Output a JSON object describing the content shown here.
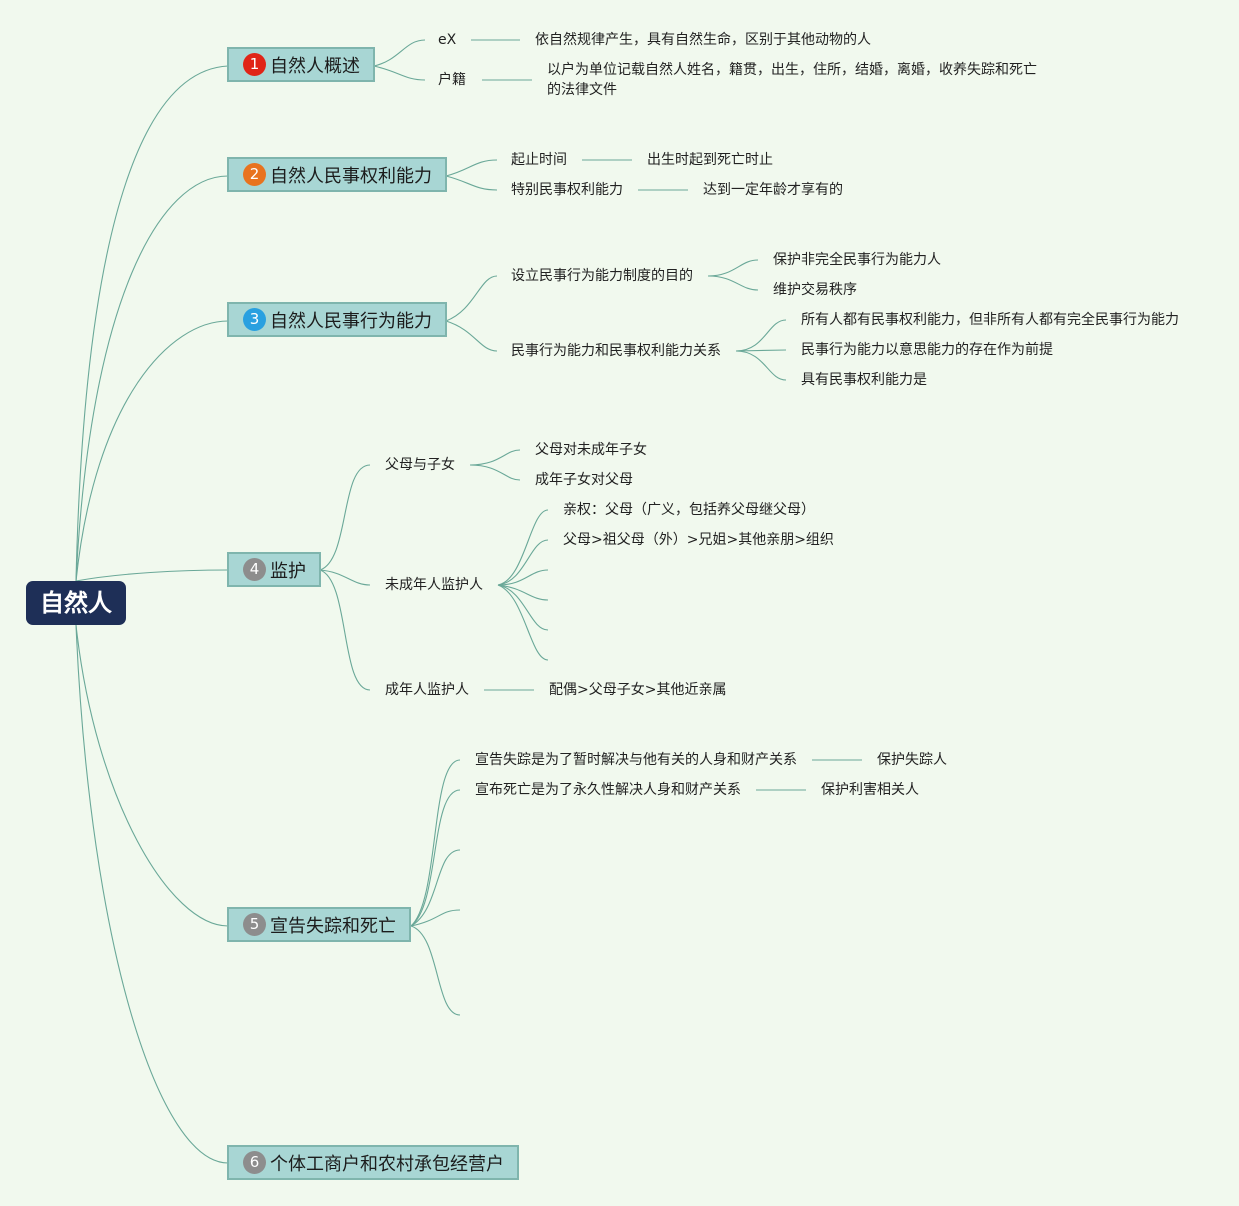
{
  "root": {
    "label": "自然人"
  },
  "branches": [
    {
      "label": "自然人概述",
      "badge": "1",
      "badge_color": "#e02417",
      "children": [
        {
          "label": "eX",
          "detail": "依自然规律产生，具有自然生命，区别于其他动物的人"
        },
        {
          "label": "户籍",
          "detail_line1": "以户为单位记载自然人姓名，籍贯，出生，住所，结婚，离婚，收养失踪和死亡",
          "detail_line2": "的法律文件"
        }
      ]
    },
    {
      "label": "自然人民事权利能力",
      "badge": "2",
      "badge_color": "#e8731f",
      "children": [
        {
          "label": "起止时间",
          "detail": "出生时起到死亡时止"
        },
        {
          "label": "特别民事权利能力",
          "detail": "达到一定年龄才享有的"
        }
      ]
    },
    {
      "label": "自然人民事行为能力",
      "badge": "3",
      "badge_color": "#29a0e0",
      "children": [
        {
          "label": "设立民事行为能力制度的目的",
          "items": [
            "保护非完全民事行为能力人",
            "维护交易秩序"
          ]
        },
        {
          "label": "民事行为能力和民事权利能力关系",
          "items": [
            "所有人都有民事权利能力，但非所有人都有完全民事行为能力",
            "民事行为能力以意思能力的存在作为前提",
            "具有民事权利能力是"
          ]
        }
      ]
    },
    {
      "label": "监护",
      "badge": "4",
      "badge_color": "#8d8d8d",
      "children": [
        {
          "label": "父母与子女",
          "items": [
            "父母对未成年子女",
            "成年子女对父母"
          ]
        },
        {
          "label": "未成年人监护人",
          "items": [
            "亲权：父母（广义，包括养父母继父母）",
            "父母>祖父母（外）>兄姐>其他亲朋>组织"
          ]
        },
        {
          "label": "成年人监护人",
          "detail": "配偶>父母子女>其他近亲属"
        }
      ]
    },
    {
      "label": "宣告失踪和死亡",
      "badge": "5",
      "badge_color": "#8d8d8d",
      "children": [
        {
          "label": "宣告失踪是为了暂时解决与他有关的人身和财产关系",
          "detail": "保护失踪人"
        },
        {
          "label": "宣布死亡是为了永久性解决人身和财产关系",
          "detail": "保护利害相关人"
        }
      ]
    },
    {
      "label": "个体工商户和农村承包经营户",
      "badge": "6",
      "badge_color": "#8d8d8d"
    }
  ]
}
